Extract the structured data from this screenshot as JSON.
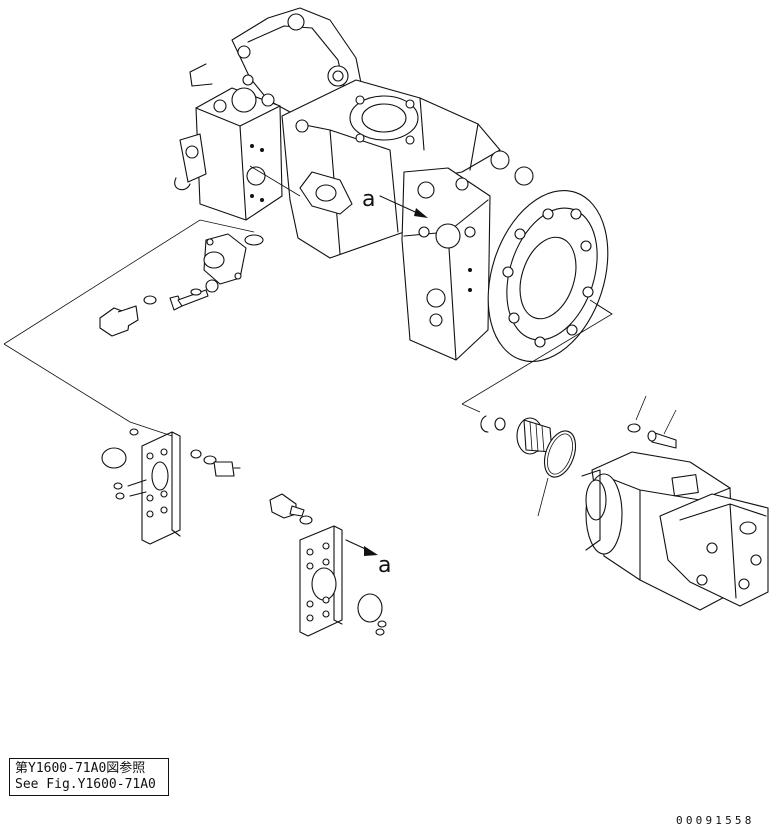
{
  "callouts": {
    "upper_port": "a",
    "lower_arrow": "a"
  },
  "reference": {
    "line_jp": "第Y1600-71A0図参照",
    "line_en": "See Fig.Y1600-71A0"
  },
  "drawing_number": "00091558"
}
